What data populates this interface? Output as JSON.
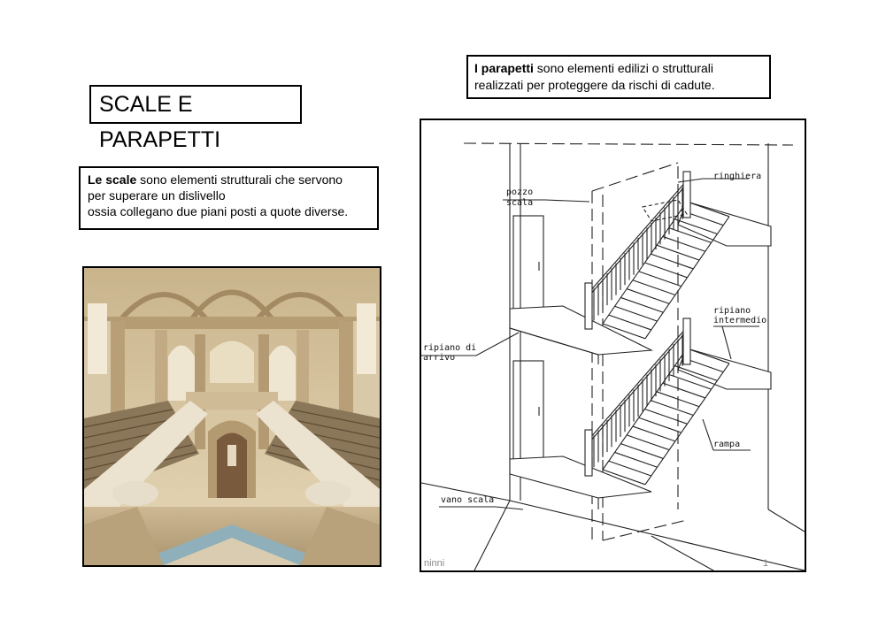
{
  "title": "SCALE E PARAPETTI",
  "scale_definition": {
    "term": "Le scale",
    "line1": " sono elementi strutturali che servono",
    "line2": "per superare un dislivello",
    "line3": "ossia collegano due piani posti a quote diverse."
  },
  "parapet_definition": {
    "term": "I parapetti",
    "line1": " sono elementi edilizi o strutturali",
    "line2": "realizzati per proteggere da rischi di cadute."
  },
  "drawing_labels": {
    "pozzo": "pozzo",
    "scala": "scala",
    "ringhiera": "ringhiera",
    "ripiano_a": "ripiano",
    "intermedio": "intermedio",
    "ripiano_di": "ripiano di",
    "arrivo": "arrivo",
    "rampa": "rampa",
    "vano_scala": "vano scala"
  },
  "footer": {
    "author": "ninni",
    "page_number": "1"
  }
}
